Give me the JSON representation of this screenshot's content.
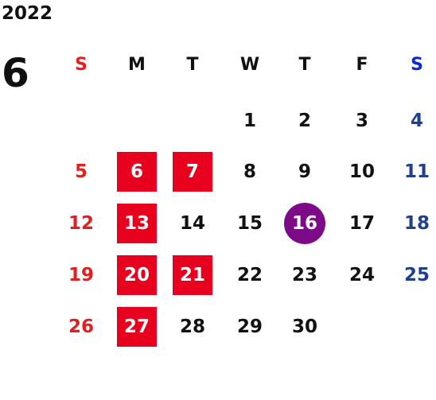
{
  "calendar": {
    "year": "2022",
    "month": "6",
    "weekdays": [
      {
        "label": "S",
        "color": "#e02020"
      },
      {
        "label": "M",
        "color": "#111111"
      },
      {
        "label": "T",
        "color": "#111111"
      },
      {
        "label": "W",
        "color": "#111111"
      },
      {
        "label": "T",
        "color": "#111111"
      },
      {
        "label": "F",
        "color": "#111111"
      },
      {
        "label": "S",
        "color": "#0a2ad0"
      }
    ],
    "weeks": [
      [
        "",
        "",
        "",
        "1",
        "2",
        "3",
        "4"
      ],
      [
        "5",
        "6",
        "7",
        "8",
        "9",
        "10",
        "11"
      ],
      [
        "12",
        "13",
        "14",
        "15",
        "16",
        "17",
        "18"
      ],
      [
        "19",
        "20",
        "21",
        "22",
        "23",
        "24",
        "25"
      ],
      [
        "26",
        "27",
        "28",
        "29",
        "30",
        "",
        ""
      ]
    ],
    "highlighted_days": [
      "6",
      "7",
      "13",
      "20",
      "21",
      "27"
    ],
    "today": "16",
    "colors": {
      "highlight": "#e8001f",
      "today": "#7d0a86",
      "sunday": "#e02020",
      "saturday": "#1f3f8f"
    }
  }
}
